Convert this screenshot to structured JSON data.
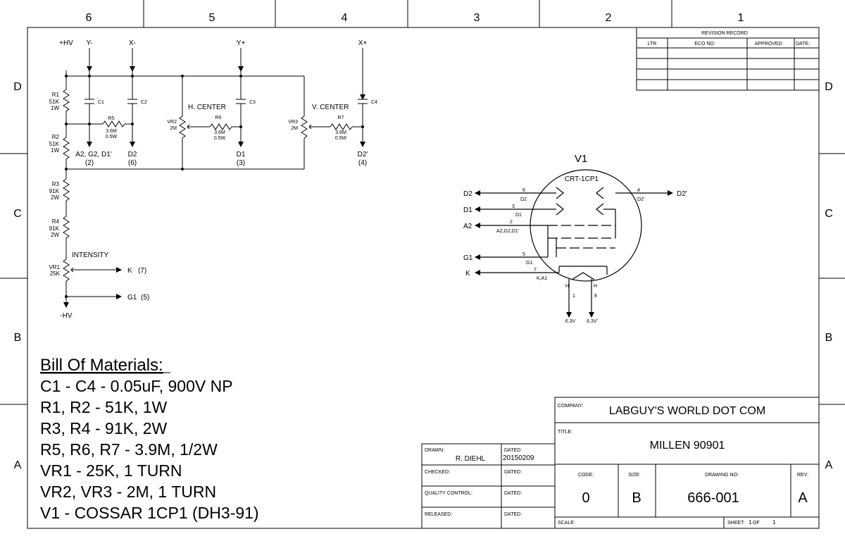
{
  "zones": {
    "columns": [
      "6",
      "5",
      "4",
      "3",
      "2",
      "1"
    ],
    "rows": [
      "D",
      "C",
      "B",
      "A"
    ]
  },
  "revision_record": {
    "title": "REVISION RECORD",
    "headers": [
      "LTR",
      "ECO NO:",
      "APPROVED:",
      "DATE:"
    ]
  },
  "schematic": {
    "rails": {
      "hv_pos": "+HV",
      "y_neg": "Y-",
      "x_neg": "X-",
      "y_pos": "Y+",
      "x_pos": "X+",
      "hv_neg": "-HV"
    },
    "r1": {
      "ref": "R1",
      "value": "51K",
      "rating": "1W"
    },
    "r2": {
      "ref": "R2",
      "value": "51K",
      "rating": "1W"
    },
    "r3": {
      "ref": "R3",
      "value": "91K",
      "rating": "2W"
    },
    "r4": {
      "ref": "R4",
      "value": "91K",
      "rating": "2W"
    },
    "r5": {
      "ref": "R5",
      "value": "3.6M",
      "rating": "0.5W"
    },
    "r6": {
      "ref": "R6",
      "value": "3.6M",
      "rating": "0.5W"
    },
    "r7": {
      "ref": "R7",
      "value": "3.6M",
      "rating": "0.5W"
    },
    "c1": "C1",
    "c2": "C2",
    "c3": "C3",
    "c4": "C4",
    "vr1": {
      "ref": "VR1",
      "value": "25K",
      "label": "INTENSITY"
    },
    "vr2": {
      "ref": "VR2",
      "value": "2M",
      "label": "H. CENTER"
    },
    "vr3": {
      "ref": "VR3",
      "value": "2M",
      "label": "V. CENTER"
    },
    "outputs": {
      "a2": {
        "name": "A2, G2, D1'",
        "pin": "(2)"
      },
      "d2": {
        "name": "D2",
        "pin": "(6)"
      },
      "d1": {
        "name": "D1",
        "pin": "(3)"
      },
      "d2p": {
        "name": "D2'",
        "pin": "(4)"
      },
      "k": {
        "name": "K",
        "pin": "(7)"
      },
      "g1": {
        "name": "G1",
        "pin": "(5)"
      }
    }
  },
  "tube": {
    "ref": "V1",
    "type": "CRT-1CP1",
    "pins": {
      "d2": {
        "net": "D2",
        "num": "6",
        "label": "D2"
      },
      "d1": {
        "net": "D1",
        "num": "3",
        "label": "D1"
      },
      "a2": {
        "net": "A2",
        "num": "2",
        "label": "A2,G2,D1'"
      },
      "g1": {
        "net": "G1",
        "num": "5",
        "label": "G1"
      },
      "k": {
        "net": "K",
        "num": "7",
        "label": "K,A1"
      },
      "d2p": {
        "net": "D2'",
        "num": "4",
        "label": "D2'"
      },
      "h1": {
        "label": "H",
        "num": "1",
        "supply": "6.3V"
      },
      "h8": {
        "label": "H",
        "num": "8",
        "supply": "6.3V'"
      }
    }
  },
  "bom": {
    "title": "Bill Of Materials:",
    "lines": [
      "C1 - C4 - 0.05uF, 900V NP",
      "R1, R2 - 51K, 1W",
      "R3, R4 - 91K, 2W",
      "R5, R6, R7 - 3.9M, 1/2W",
      "VR1 - 25K, 1 TURN",
      "VR2, VR3 - 2M, 1 TURN",
      "V1 - COSSAR 1CP1 (DH3-91)"
    ]
  },
  "title_block": {
    "company_label": "COMPANY:",
    "company": "LABGUY'S WORLD DOT COM",
    "title_label": "TITLE:",
    "title": "MILLEN 90901",
    "drawn_label": "DRAWN:",
    "drawn_by": "R. DIEHL",
    "dated_label": "DATED:",
    "drawn_date": "20150209",
    "checked_label": "CHECKED:",
    "qc_label": "QUALITY CONTROL:",
    "released_label": "RELEASED:",
    "code_label": "CODE:",
    "code": "0",
    "size_label": "SIZE:",
    "size": "B",
    "drawing_no_label": "DRAWING NO:",
    "drawing_no": "666-001",
    "rev_label": "REV:",
    "rev": "A",
    "scale_label": "SCALE:",
    "sheet_label": "SHEET:",
    "sheet_num": "1",
    "sheet_of": "OF",
    "sheet_total": "1"
  }
}
